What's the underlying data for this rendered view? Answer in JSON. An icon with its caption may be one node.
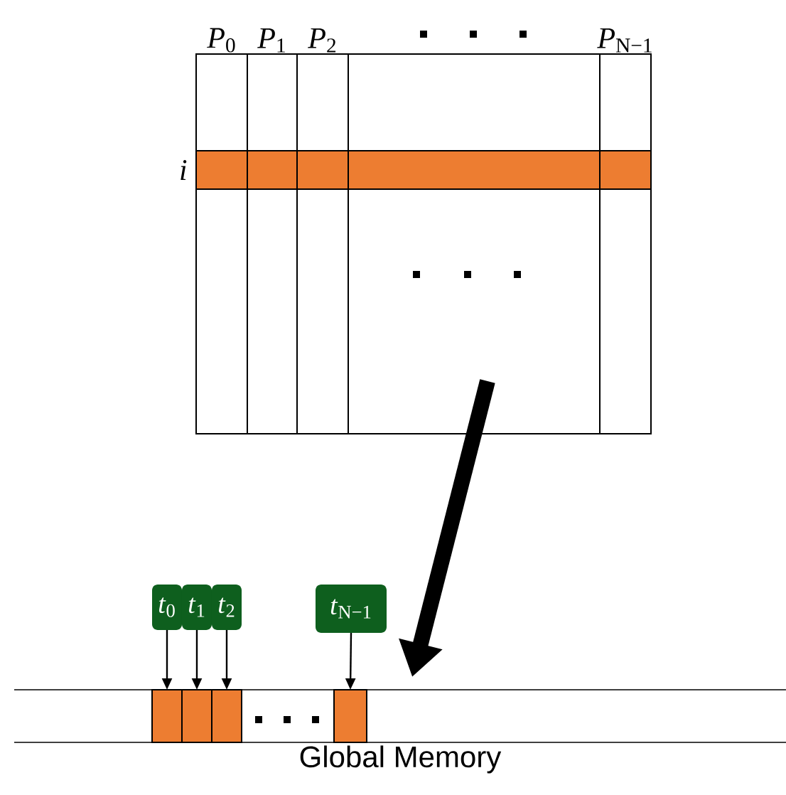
{
  "diagram": {
    "nodes": [
      {
        "text": [],
        "shape": "box"
      },
      {
        "text": [
          "*P*$_{0}$"
        ],
        "in": 0
      },
      {
        "text": [
          "*P*$_{1}$"
        ],
        "in": 0
      },
      {
        "text": [
          "*P*$_{2}$"
        ],
        "in": 0
      },
      {
        "text": [
          "*P*$_{N−1}$"
        ],
        "in": 0
      },
      {
        "text": [
          "*i*"
        ],
        "in": 0
      },
      {
        "text": [
          "Global Memory"
        ]
      },
      {
        "text": [],
        "shape": "box",
        "in": 6
      },
      {
        "text": [],
        "shape": "box",
        "in": 6
      },
      {
        "text": [],
        "shape": "box",
        "in": 6
      },
      {
        "text": [],
        "shape": "box",
        "in": 6
      },
      {
        "text": [
          "*t*$_{0}$"
        ]
      },
      {
        "text": [
          "*t*$_{1}$"
        ]
      },
      {
        "text": [
          "*t*$_{2}$"
        ]
      },
      {
        "text": [
          "*t*$_{N−1}$"
        ]
      }
    ],
    "edges": [
      {
        "from": 0,
        "to": 6,
        "arrow": "to",
        "style": "thick"
      },
      {
        "from": 11,
        "to": 7,
        "arrow": "to"
      },
      {
        "from": 12,
        "to": 8,
        "arrow": "to"
      },
      {
        "from": 13,
        "to": 9,
        "arrow": "to"
      },
      {
        "from": 14,
        "to": 10,
        "arrow": "to"
      }
    ]
  }
}
